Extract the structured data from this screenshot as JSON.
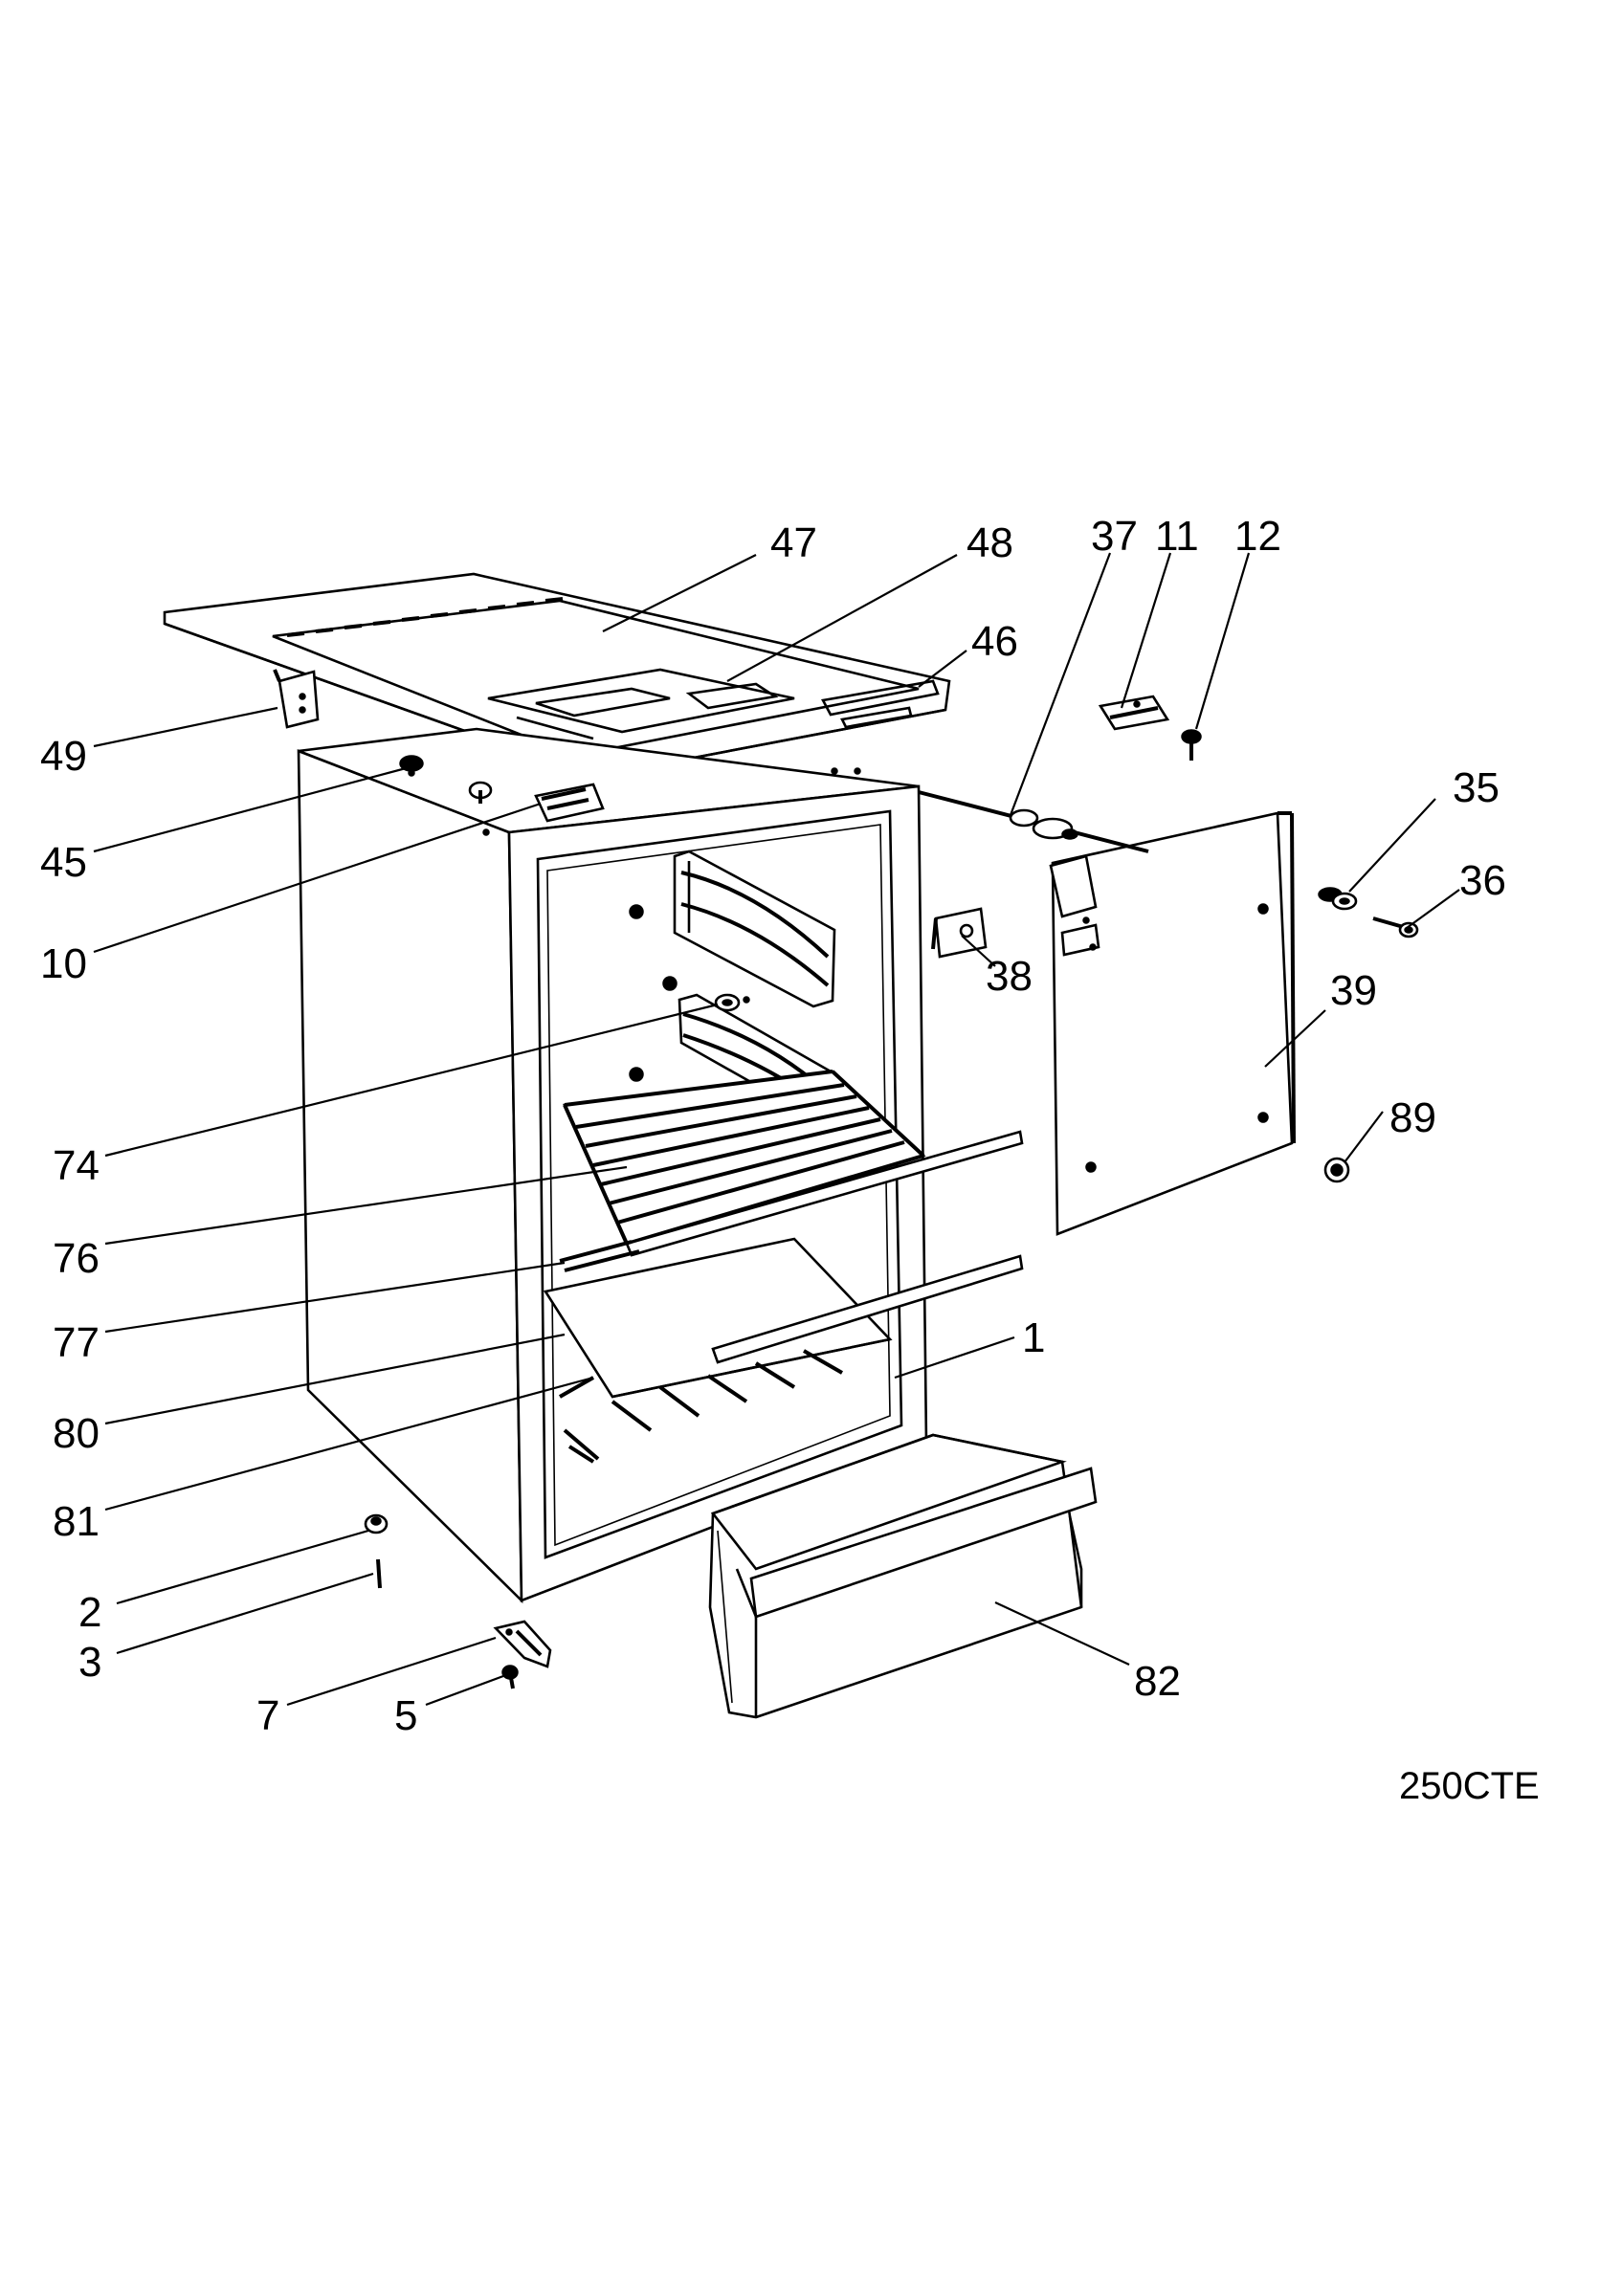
{
  "model_code": "250CTE",
  "callouts": [
    {
      "number": "47"
    },
    {
      "number": "48"
    },
    {
      "number": "37"
    },
    {
      "number": "11"
    },
    {
      "number": "12"
    },
    {
      "number": "46"
    },
    {
      "number": "49"
    },
    {
      "number": "35"
    },
    {
      "number": "45"
    },
    {
      "number": "36"
    },
    {
      "number": "10"
    },
    {
      "number": "38"
    },
    {
      "number": "39"
    },
    {
      "number": "89"
    },
    {
      "number": "74"
    },
    {
      "number": "76"
    },
    {
      "number": "77"
    },
    {
      "number": "1"
    },
    {
      "number": "80"
    },
    {
      "number": "81"
    },
    {
      "number": "2"
    },
    {
      "number": "3"
    },
    {
      "number": "82"
    },
    {
      "number": "7"
    },
    {
      "number": "5"
    }
  ]
}
